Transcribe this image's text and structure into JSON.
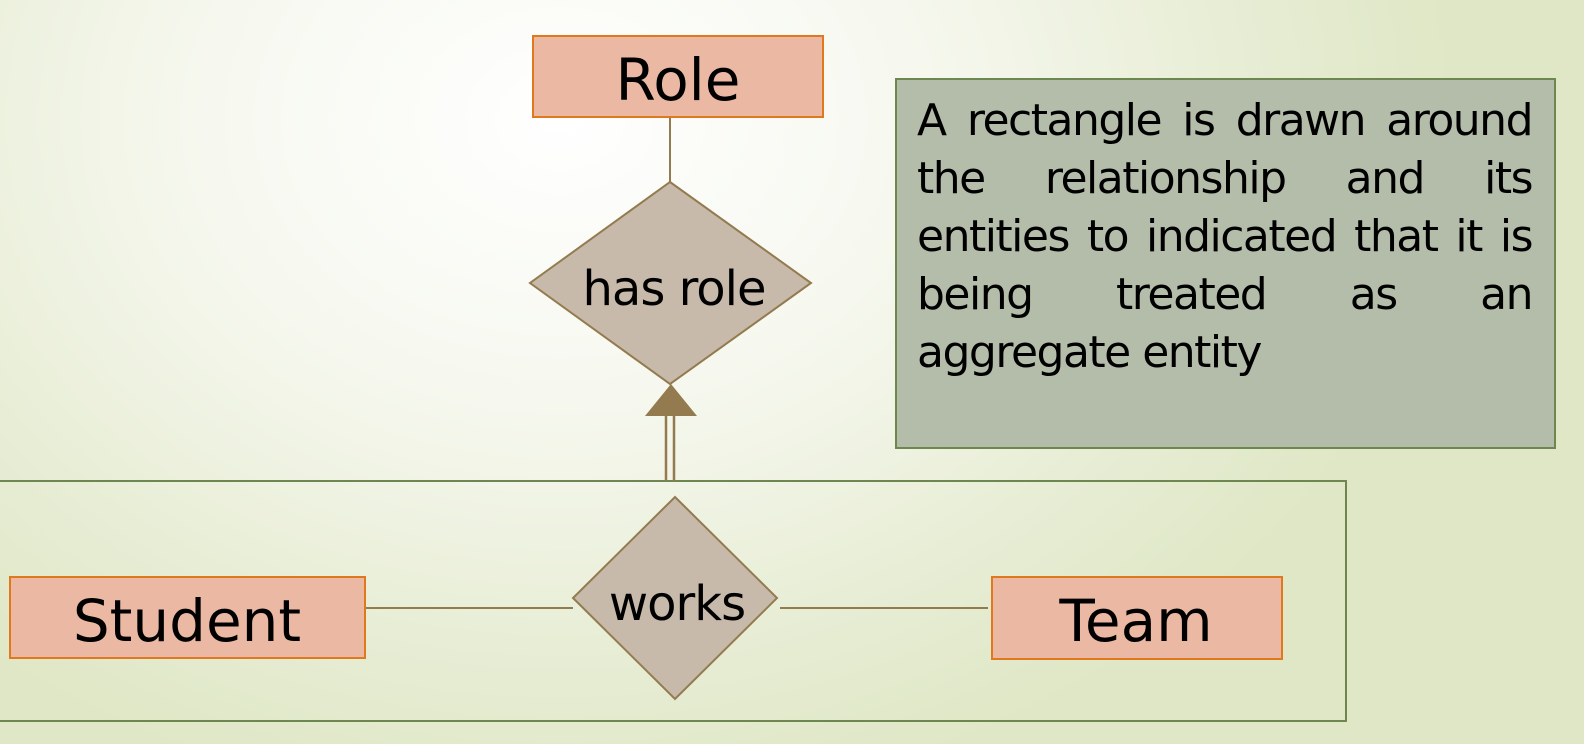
{
  "diagram": {
    "type": "ER diagram with aggregation",
    "entities": {
      "role": "Role",
      "student": "Student",
      "team": "Team"
    },
    "relationships": {
      "has_role": "has role",
      "works": "works"
    },
    "note": "A rectangle is drawn around the relationship and its entities to indicated that it is being treated as an aggregate entity"
  },
  "colors": {
    "entity_fill": "#ebb9a3",
    "entity_border": "#e0791e",
    "relationship_fill": "#c7baab",
    "relationship_border": "#937b4f",
    "aggregate_border": "#6e8650",
    "note_fill": "#b4bda9"
  }
}
